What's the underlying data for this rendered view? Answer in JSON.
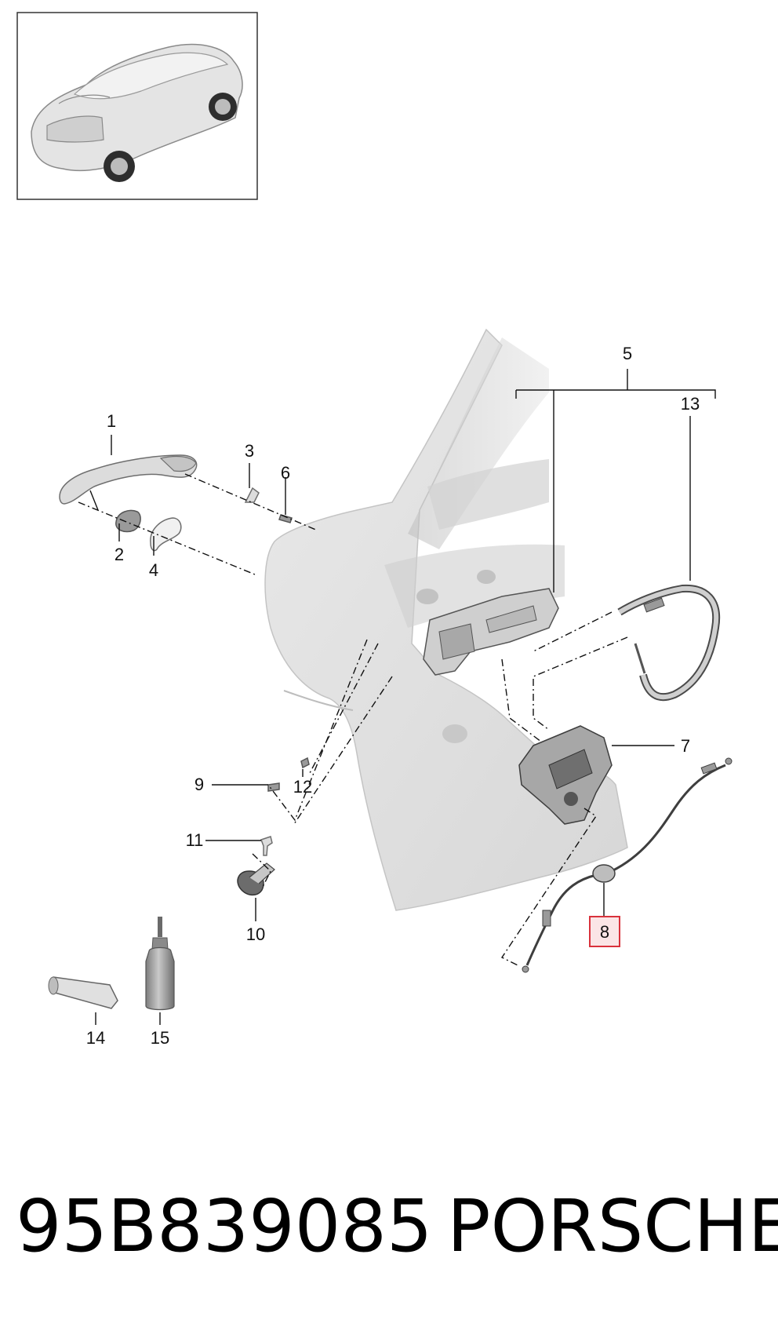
{
  "callouts": {
    "c1": "1",
    "c2": "2",
    "c3": "3",
    "c4": "4",
    "c5": "5",
    "c6": "6",
    "c7": "7",
    "c8": "8",
    "c9": "9",
    "c10": "10",
    "c11": "11",
    "c12": "12",
    "c13": "13",
    "c14": "14",
    "c15": "15"
  },
  "highlighted_callout": "8",
  "highlight_color": "#d9323c",
  "highlight_fill": "#fbe5e6",
  "footer": {
    "part_number": "95B839085",
    "brand": "PORSCHE"
  }
}
